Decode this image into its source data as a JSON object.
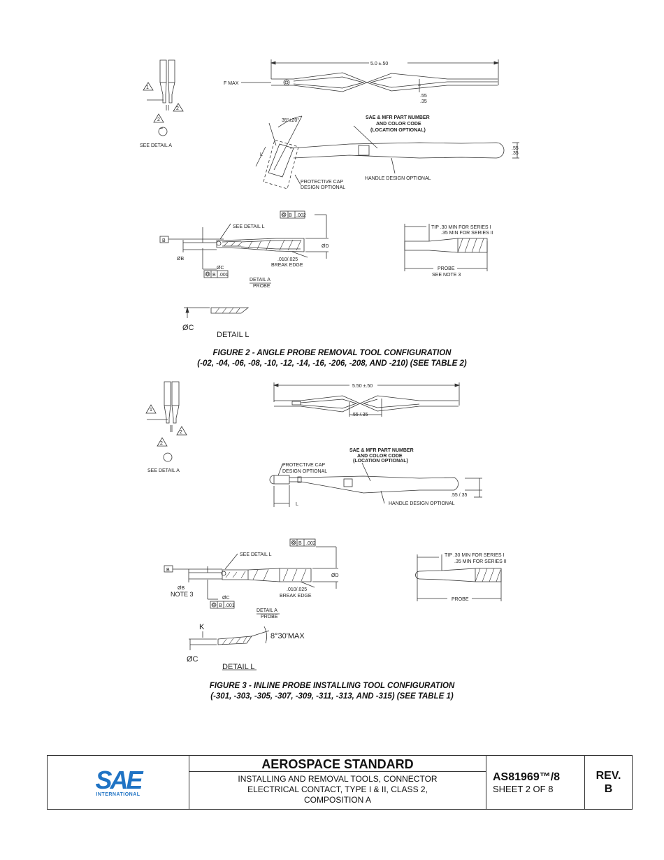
{
  "figure2": {
    "dim_length": "5.0 ±.50",
    "f_max": "F MAX",
    "dim_55_35": ".55\n.35",
    "note1": "1",
    "note2": "2",
    "see_detail_a": "SEE DETAIL A",
    "angle": "35°±20°",
    "part_number_label_1": "SAE & MFR PART NUMBER",
    "part_number_label_2": "AND COLOR CODE",
    "part_number_label_3": "(LOCATION OPTIONAL)",
    "length_label": "L",
    "protective_cap_1": "PROTECTIVE CAP",
    "protective_cap_2": "DESIGN OPTIONAL",
    "handle_design": "HANDLE DESIGN OPTIONAL",
    "handle_dim": ".55\n.35",
    "fcf_top": ".002",
    "datum": "B",
    "see_detail_l": "SEE DETAIL L",
    "dia_b": "ØB",
    "dia_c": "ØC",
    "dia_d": "ØD",
    "fcf_bottom": ".001",
    "break_edge_1": ".010/.025",
    "break_edge_2": "BREAK EDGE",
    "detail_a_1": "DETAIL A",
    "detail_a_2": "PROBE",
    "tip_1": "TIP .30   MIN FOR SERIES I",
    "tip_2": ".35   MIN FOR SERIES II",
    "probe_1": "PROBE",
    "probe_2": "SEE NOTE 3",
    "detail_l_dia": "ØC",
    "detail_l": "DETAIL L",
    "caption_1": "FIGURE 2 - ANGLE PROBE REMOVAL TOOL CONFIGURATION",
    "caption_2": "(-02, -04, -06, -08, -10, -12, -14, -16, -206, -208, AND -210) (SEE TABLE 2)"
  },
  "figure3": {
    "dim_length": "5.50 ±.50",
    "dim_55_35": ".55  /.35",
    "note1": "1",
    "note2": "2",
    "see_detail_a": "SEE DETAIL A",
    "part_number_label_1": "SAE & MFR PART NUMBER",
    "part_number_label_2": "AND COLOR CODE",
    "part_number_label_3": "(LOCATION OPTIONAL)",
    "protective_cap_1": "PROTECTIVE CAP",
    "protective_cap_2": "DESIGN OPTIONAL",
    "handle_dim": ".55  /.35",
    "length_label": "L",
    "handle_design": "HANDLE DESIGN OPTIONAL",
    "fcf_top": ".002",
    "datum": "B",
    "see_detail_l": "SEE DETAIL L",
    "dia_b": "ØB",
    "note3": "NOTE 3",
    "dia_c": "ØC",
    "dia_d": "ØD",
    "fcf_bottom": ".001",
    "break_edge_1": ".010/.025",
    "break_edge_2": "BREAK EDGE",
    "detail_a_1": "DETAIL A",
    "detail_a_2": "PROBE",
    "tip_1": "TIP .30   MIN FOR SERIES I",
    "tip_2": ".35   MIN FOR SERIES II",
    "probe": "PROBE",
    "k_label": "K",
    "angle": "8°30'MAX",
    "detail_l_dia": "ØC",
    "detail_l": "DETAIL L",
    "caption_1": "FIGURE 3 - INLINE PROBE INSTALLING TOOL CONFIGURATION",
    "caption_2": "(-301, -303, -305, -307, -309, -311, -313, AND -315) (SEE TABLE 1)"
  },
  "title_block": {
    "logo_text": "SAE",
    "logo_sub": "INTERNATIONAL",
    "heading": "AEROSPACE STANDARD",
    "subtitle_1": "INSTALLING AND REMOVAL TOOLS, CONNECTOR",
    "subtitle_2": "ELECTRICAL CONTACT, TYPE I & II, CLASS 2,",
    "subtitle_3": "COMPOSITION A",
    "doc_number": "AS81969™/8",
    "sheet": "SHEET 2 OF 8",
    "rev_label": "REV.",
    "rev_value": "B"
  }
}
